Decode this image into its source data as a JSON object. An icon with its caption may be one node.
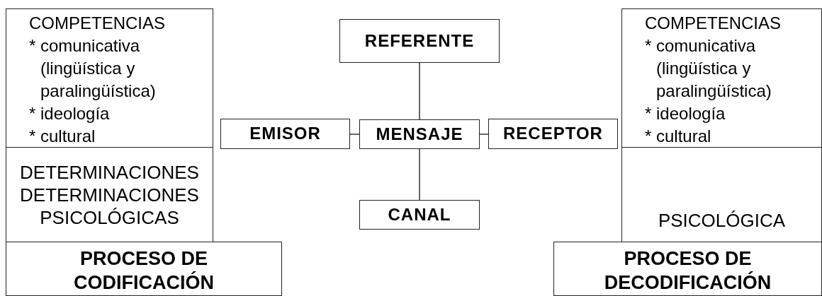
{
  "diagram": {
    "nodes": [
      {
        "text": [
          "COMPETENCIAS",
          "* comunicativa (lingüística y paralingüística)",
          "* ideología",
          "* cultural"
        ]
      },
      {
        "text": [
          "DETERMINACIONES DETERMINACIONES PSICOLÓGICAS"
        ]
      },
      {
        "text": [
          "PROCESO DE CODIFICACIÓN"
        ]
      },
      {
        "text": [
          "REFERENTE"
        ]
      },
      {
        "text": [
          "EMISOR"
        ]
      },
      {
        "text": [
          "MENSAJE"
        ]
      },
      {
        "text": [
          "RECEPTOR"
        ]
      },
      {
        "text": [
          "CANAL"
        ]
      },
      {
        "text": [
          "COMPETENCIAS",
          "* comunicativa (lingüística y paralingüística)",
          "* ideología",
          "* cultural"
        ]
      },
      {
        "text": [
          "PSICOLÓGICA"
        ]
      },
      {
        "text": [
          "PROCESO DE DECODIFICACIÓN"
        ]
      }
    ],
    "edges": [
      {
        "from": 3,
        "to": 5,
        "arrow": "none"
      },
      {
        "from": 4,
        "to": 5,
        "arrow": "none"
      },
      {
        "from": 5,
        "to": 6,
        "arrow": "none"
      },
      {
        "from": 5,
        "to": 7,
        "arrow": "none"
      }
    ]
  }
}
